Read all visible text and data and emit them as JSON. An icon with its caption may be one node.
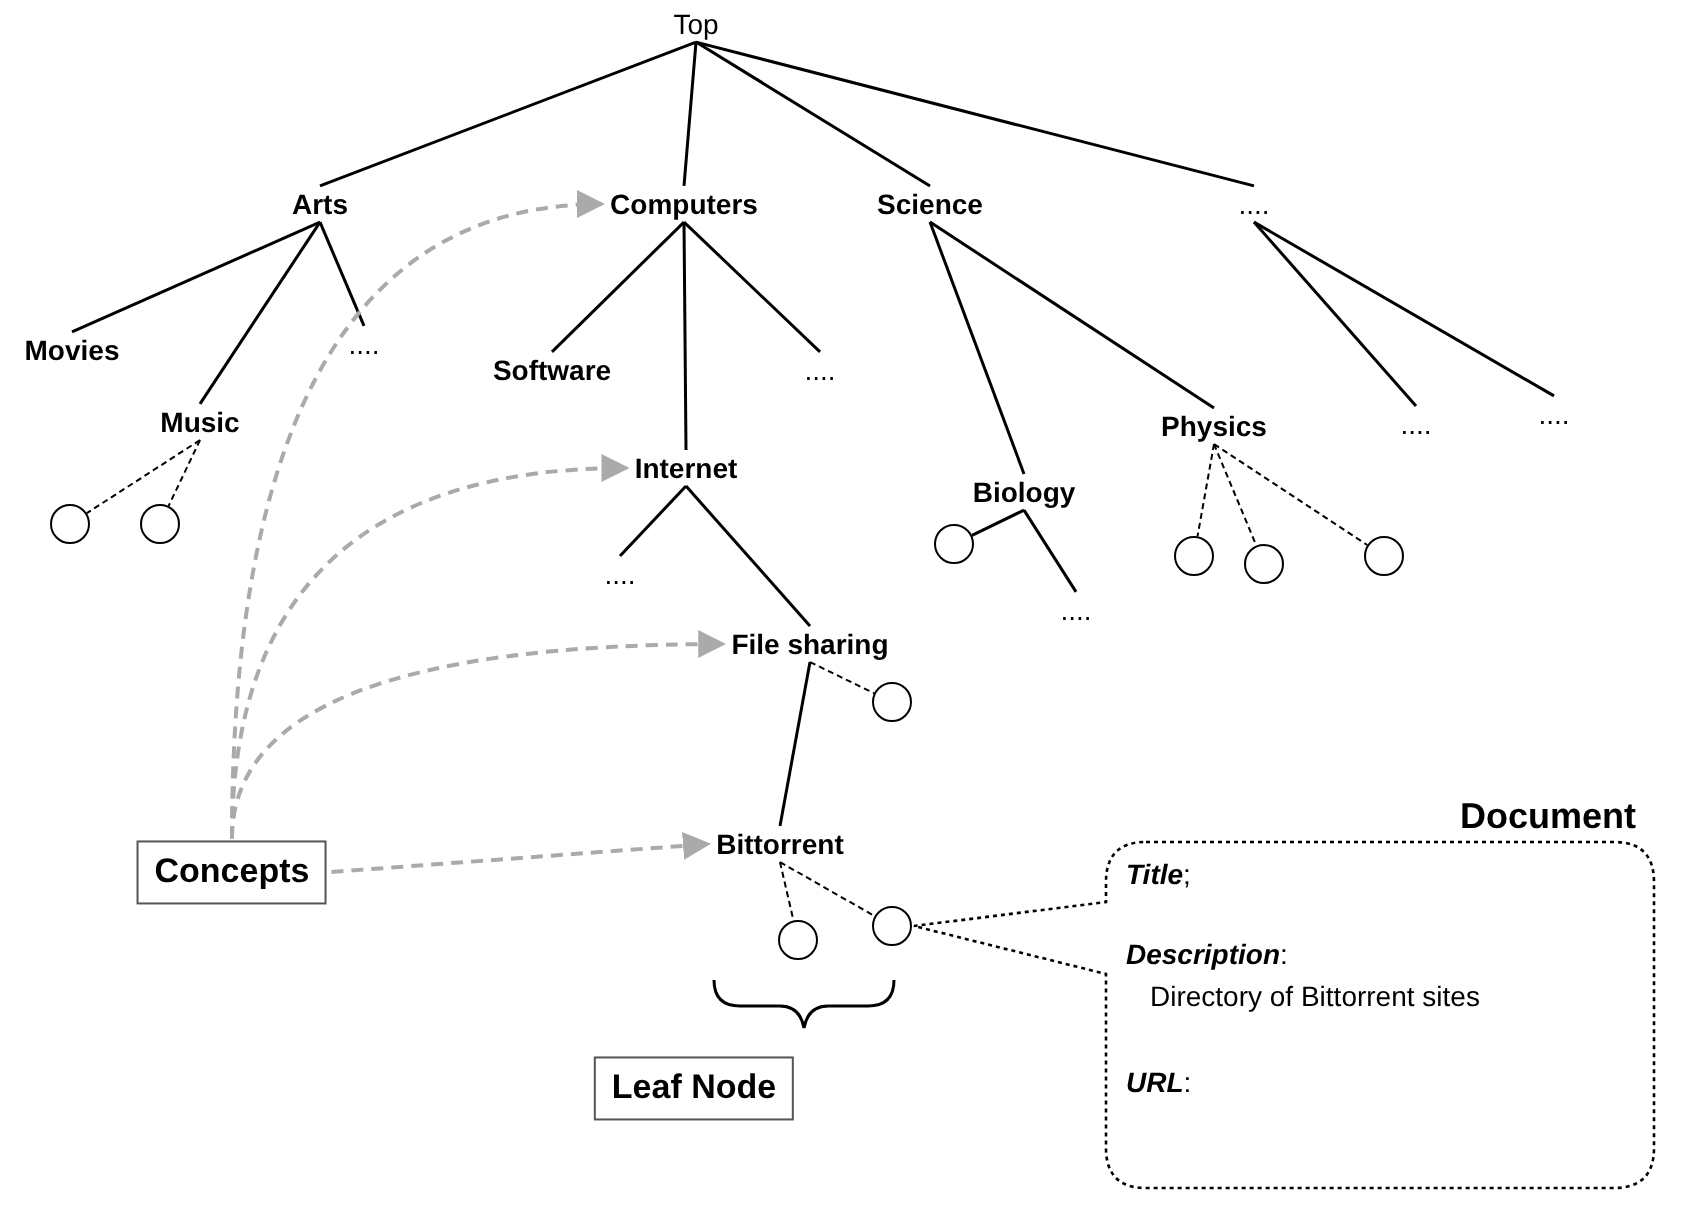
{
  "diagram": {
    "nodes": [
      {
        "text": [
          "Top"
        ]
      },
      {
        "text": [
          "Arts"
        ]
      },
      {
        "text": [
          "Computers"
        ]
      },
      {
        "text": [
          "Science"
        ]
      },
      {
        "text": [
          "...."
        ]
      },
      {
        "text": [
          "Movies"
        ]
      },
      {
        "text": [
          "Music"
        ]
      },
      {
        "text": [
          "...."
        ]
      },
      {
        "text": [
          "Software"
        ]
      },
      {
        "text": [
          "...."
        ]
      },
      {
        "text": [
          "Internet"
        ]
      },
      {
        "text": [
          "Biology"
        ]
      },
      {
        "text": [
          "Physics"
        ]
      },
      {
        "text": [
          "...."
        ]
      },
      {
        "text": [
          "...."
        ]
      },
      {
        "text": [],
        "shape": "circle"
      },
      {
        "text": [],
        "shape": "circle"
      },
      {
        "text": [
          "...."
        ]
      },
      {
        "text": [
          "File sharing"
        ]
      },
      {
        "text": [
          "...."
        ]
      },
      {
        "text": [],
        "shape": "circle"
      },
      {
        "text": [],
        "shape": "circle"
      },
      {
        "text": [],
        "shape": "circle"
      },
      {
        "text": [],
        "shape": "circle"
      },
      {
        "text": [],
        "shape": "circle"
      },
      {
        "text": [
          "Bittorrent"
        ]
      },
      {
        "text": [
          "Concepts"
        ]
      },
      {
        "text": [],
        "shape": "circle"
      },
      {
        "text": [],
        "shape": "circle"
      },
      {
        "text": [
          "Leaf Node"
        ]
      },
      {
        "text": [
          "Document",
          "**Title**;",
          "**Description**:",
          "Directory of Bittorrent sites",
          "**URL**:"
        ]
      }
    ],
    "edges": [
      {
        "from": 0,
        "to": 1,
        "arrow": "none"
      },
      {
        "from": 0,
        "to": 2,
        "arrow": "none"
      },
      {
        "from": 0,
        "to": 3,
        "arrow": "none"
      },
      {
        "from": 0,
        "to": 4,
        "arrow": "none"
      },
      {
        "from": 1,
        "to": 5,
        "arrow": "none"
      },
      {
        "from": 1,
        "to": 6,
        "arrow": "none"
      },
      {
        "from": 1,
        "to": 7,
        "arrow": "none"
      },
      {
        "from": 2,
        "to": 8,
        "arrow": "none"
      },
      {
        "from": 2,
        "to": 10,
        "arrow": "none"
      },
      {
        "from": 2,
        "to": 9,
        "arrow": "none"
      },
      {
        "from": 3,
        "to": 11,
        "arrow": "none"
      },
      {
        "from": 3,
        "to": 12,
        "arrow": "none"
      },
      {
        "from": 4,
        "to": 13,
        "arrow": "none"
      },
      {
        "from": 4,
        "to": 14,
        "arrow": "none"
      },
      {
        "from": 6,
        "to": 15,
        "arrow": "none",
        "style": "dashed"
      },
      {
        "from": 6,
        "to": 16,
        "arrow": "none",
        "style": "dashed"
      },
      {
        "from": 10,
        "to": 17,
        "arrow": "none"
      },
      {
        "from": 10,
        "to": 18,
        "arrow": "none"
      },
      {
        "from": 11,
        "to": 20,
        "arrow": "none"
      },
      {
        "from": 11,
        "to": 19,
        "arrow": "none"
      },
      {
        "from": 12,
        "to": 21,
        "arrow": "none",
        "style": "dashed"
      },
      {
        "from": 12,
        "to": 22,
        "arrow": "none",
        "style": "dashed"
      },
      {
        "from": 12,
        "to": 23,
        "arrow": "none",
        "style": "dashed"
      },
      {
        "from": 18,
        "to": 24,
        "arrow": "none",
        "style": "dashed"
      },
      {
        "from": 18,
        "to": 25,
        "arrow": "none"
      },
      {
        "from": 25,
        "to": 27,
        "arrow": "none",
        "style": "dashed"
      },
      {
        "from": 25,
        "to": 28,
        "arrow": "none",
        "style": "dashed"
      },
      {
        "from": 26,
        "to": 2,
        "arrow": "to",
        "style": "dashed",
        "color": "#aaaaaa"
      },
      {
        "from": 26,
        "to": 10,
        "arrow": "to",
        "style": "dashed",
        "color": "#aaaaaa"
      },
      {
        "from": 26,
        "to": 18,
        "arrow": "to",
        "style": "dashed",
        "color": "#aaaaaa"
      },
      {
        "from": 26,
        "to": 25,
        "arrow": "to",
        "style": "dashed",
        "color": "#aaaaaa"
      }
    ]
  }
}
